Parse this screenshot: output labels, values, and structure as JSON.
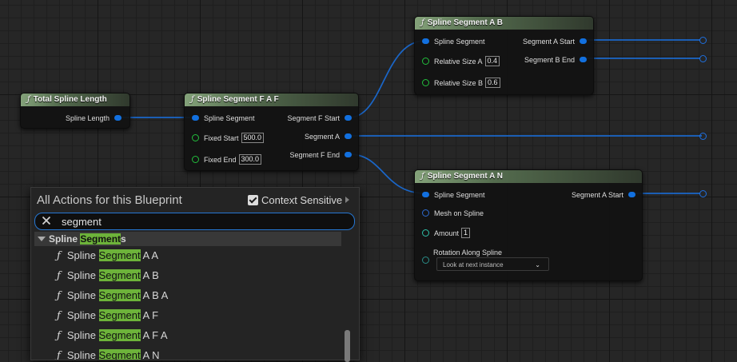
{
  "nodes": {
    "total_spline_length": {
      "title": "Total Spline Length",
      "out_label": "Spline Length"
    },
    "segment_faf": {
      "title": "Spline Segment F A F",
      "in_spline_segment": "Spline Segment",
      "fixed_start_label": "Fixed Start",
      "fixed_start_value": "500.0",
      "fixed_end_label": "Fixed End",
      "fixed_end_value": "300.0",
      "out_f_start": "Segment F Start",
      "out_a": "Segment A",
      "out_f_end": "Segment F End"
    },
    "segment_ab": {
      "title": "Spline Segment A B",
      "in_spline_segment": "Spline Segment",
      "rel_a_label": "Relative Size A",
      "rel_a_value": "0.4",
      "rel_b_label": "Relative Size B",
      "rel_b_value": "0.6",
      "out_a_start": "Segment A Start",
      "out_b_end": "Segment B End"
    },
    "segment_an": {
      "title": "Spline Segment A N",
      "in_spline_segment": "Spline Segment",
      "mesh_label": "Mesh on Spline",
      "amount_label": "Amount",
      "amount_value": "1",
      "rotation_label": "Rotation Along Spline",
      "rotation_value": "Look at next instance",
      "out_a_start": "Segment A Start"
    }
  },
  "menu": {
    "title": "All Actions for this Blueprint",
    "context_label": "Context Sensitive",
    "context_checked": true,
    "search_value": "segment",
    "category": {
      "pre": "Spline ",
      "match": "Segment",
      "post": "s"
    },
    "items": [
      {
        "pre": "Spline ",
        "match": "Segment",
        "post": " A A"
      },
      {
        "pre": "Spline ",
        "match": "Segment",
        "post": " A B"
      },
      {
        "pre": "Spline ",
        "match": "Segment",
        "post": " A B A"
      },
      {
        "pre": "Spline ",
        "match": "Segment",
        "post": " A F"
      },
      {
        "pre": "Spline ",
        "match": "Segment",
        "post": " A F A"
      },
      {
        "pre": "Spline ",
        "match": "Segment",
        "post": " A N"
      }
    ]
  },
  "icons": {
    "function": "function-icon",
    "clear": "clear-icon",
    "checkbox": "checkbox-icon",
    "expand": "expand-triangle-icon",
    "dropdown": "chevron-down-icon"
  },
  "colors": {
    "exec_pin": "#1270df",
    "float_pin": "#22bf3c",
    "header_green": "#84a27a",
    "search_highlight": "#6db33a",
    "search_border": "#2577d3"
  }
}
